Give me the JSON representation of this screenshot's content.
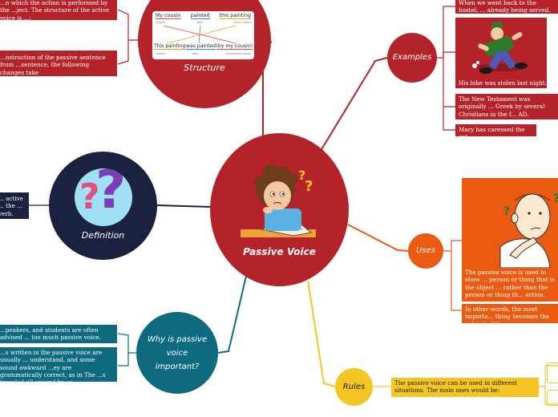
{
  "central": {
    "title": "Passive Voice"
  },
  "nodes": {
    "structure": {
      "label": "Structure"
    },
    "definition": {
      "label": "Definition"
    },
    "why": {
      "label": "Why is passive voice important?"
    },
    "examples": {
      "label": "Examples"
    },
    "uses": {
      "label": "Uses"
    },
    "rules": {
      "label": "Rules"
    }
  },
  "structure_diagram": {
    "active": [
      "My cousin",
      "painted",
      "this painting"
    ],
    "active_roles": [
      "Subject",
      "Verb",
      "Direct Object"
    ],
    "passive": [
      "This painting",
      "was painted",
      "(by my cousin)"
    ],
    "passive_roles": [
      "Subject",
      "Verb",
      "Complement agent"
    ]
  },
  "structure_notes": [
    "...n which the action is performed by the ...ject. The structure of the active voice is ...:",
    "...nstruction of the passive sentence from ...sentence, the following changes take"
  ],
  "definition_note": "... active ... the ... verb.",
  "why_notes": [
    "...peakers, and students are often advised ... too much passive voice.",
    "...s written in the passive voice are usually ... understand, and some sound awkward ...ey are grammatically correct, as in The ...s traveled all around by us."
  ],
  "examples": [
    "When we went back to the hostel, ... already being served.",
    "His bike was stolen last night.",
    "The New Testament was originally ... Greek by several Christians in the f... AD.",
    "Mary has caressed the cat."
  ],
  "uses": [
    "The passive voice is used to show ... person or thing that is the object ... rather than the person or thing th... action.",
    "In other words, the most importa... thing becomes the subject of the ..."
  ],
  "rules": [
    "The passive voice can be used in different situations. The main ones would be:"
  ],
  "colors": {
    "red": "#b5232a",
    "navy": "#1b2240",
    "teal": "#0e6a7f",
    "orange": "#ea5a10",
    "yellow": "#f5c524"
  }
}
